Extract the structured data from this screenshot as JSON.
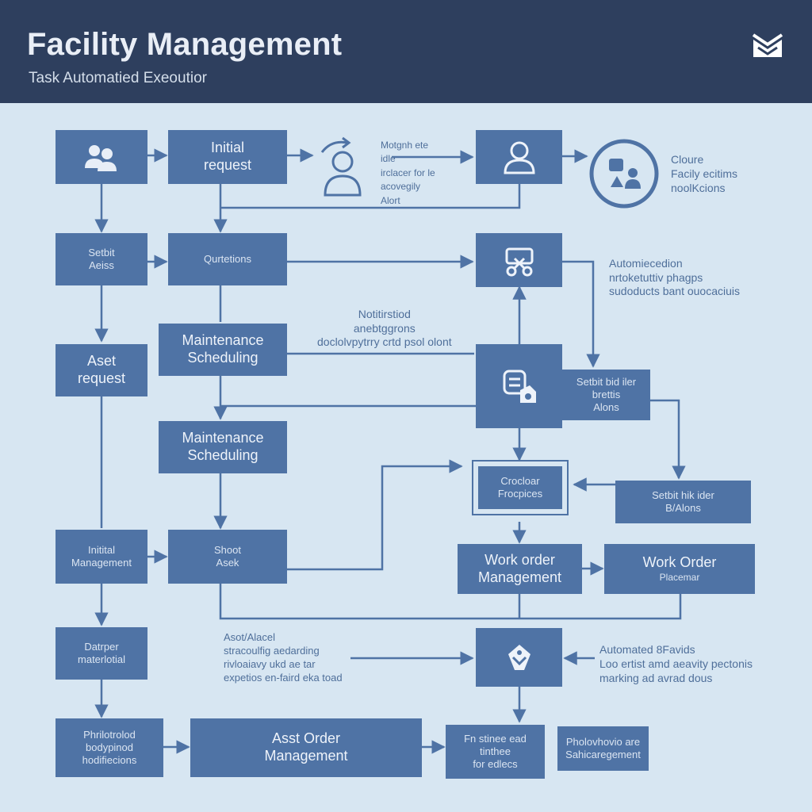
{
  "header": {
    "title": "Facility Management",
    "subtitle": "Task Automatied Exeoutior",
    "icon": "mail-icon"
  },
  "boxes": {
    "initial_request": "Initial\nrequest",
    "quotations": "Qurtetions",
    "maintenance_scheduling_1": "Maintenance\nScheduling",
    "maintenance_scheduling_2": "Maintenance\nScheduling",
    "shoot_asek": "Shoot\nAsek",
    "asst_order_management": "Asst Order\nManagement",
    "setbit_aeiss": "Setbit\nAeiss",
    "aset_request": "Aset\nrequest",
    "initial_management": "Initital\nManagement",
    "dater_materlotial": "Datrper\nmaterlotial",
    "phrlotrolod": "Phrilotrolod\nbodypinod\nhodifiecions",
    "setbit_bid_alons_top": "Setbit bid iler\nbrettis\nAlons",
    "crocloar_frocpices": "Crocloar\nFrocpices",
    "setbit_bid_alons_right": "Setbit hik ider\nB/Alons",
    "work_order_management": "Work order\nManagement",
    "work_order_placement": "Work Order",
    "work_order_placement_sub": "Placemar",
    "fn_stinee": "Fn stinee ead\ntinthee\nfor edlecs",
    "phorovhovio": "Pholovhovio are\nSahicaregement"
  },
  "notes": {
    "mobile_note": "Motgnh ete\nidle\nirclacer for le\nacovegily\nAlort",
    "closure": "Cloure\nFacily ecitims\nnoolKcions",
    "automation": "Automiecedion\nnrtoketuttiv phagps\nsudoducts bant ouocaciuis",
    "notification": "Notitirstiod\nanebtggrons\ndoclolvpytrry crtd psol olont",
    "asset_note": "Asot/Alacel\nstracoulfig aedarding\nrivloaiavy ukd ae tar\nexpetios en-faird eka toad",
    "automated_reports": "Automated 8Favids\nLoo ertist amd aeavity pectonis\nmarking ad avrad dous"
  },
  "icons": [
    "people-icon",
    "person-with-arrow-icon",
    "person-icon",
    "closure-team-icon",
    "tools-icon",
    "calendar-wrench-icon",
    "crest-icon"
  ],
  "colors": {
    "header_bg": "#2e3f5e",
    "page_bg": "#d7e6f2",
    "box_fill": "#4f73a5",
    "line": "#4f73a5",
    "text_light": "#eef3fa"
  }
}
